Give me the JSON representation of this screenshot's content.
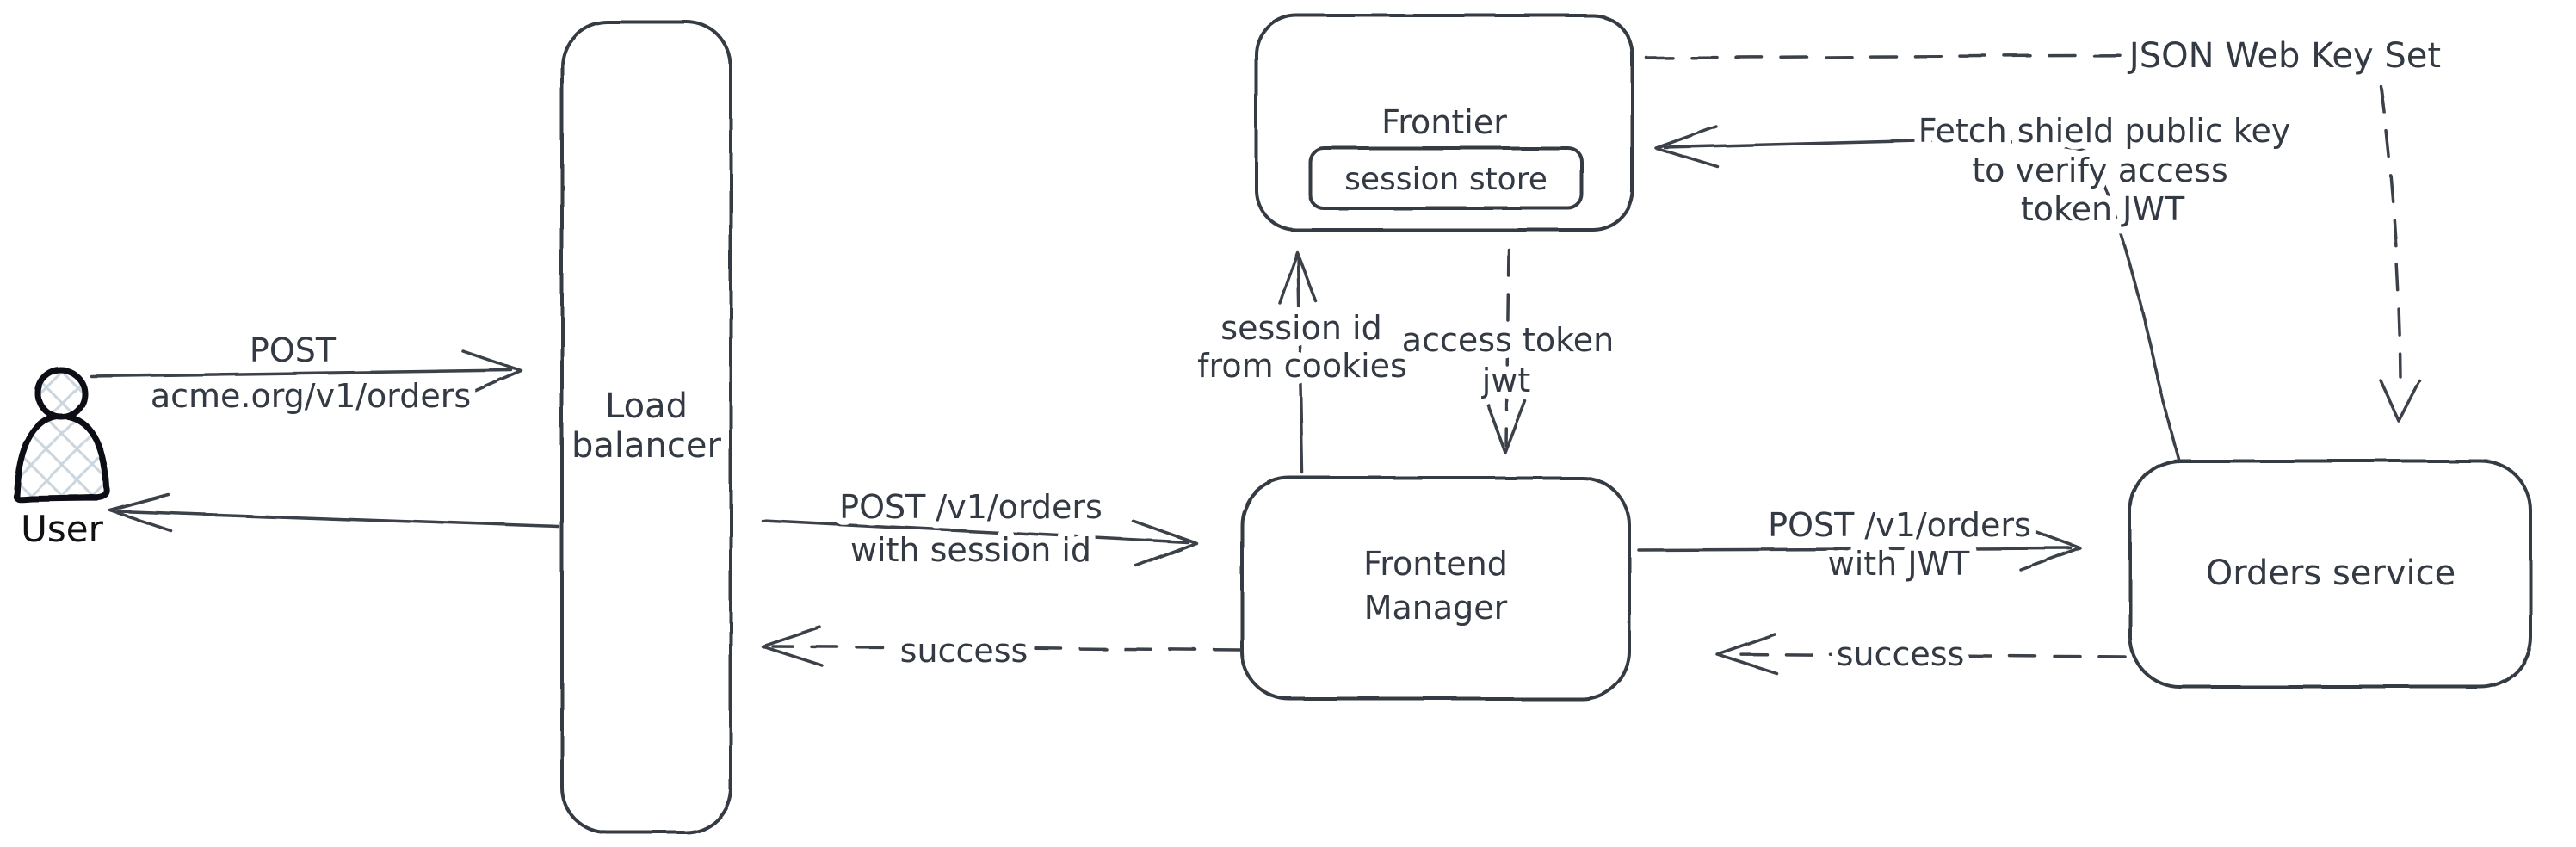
{
  "diagram": {
    "title": "Authentication flow diagram",
    "colors": {
      "background": "#ffffff",
      "stroke": "#343a43",
      "user_stroke": "#101114",
      "crosshatch_fill": "#ccd6de"
    },
    "nodes": {
      "user": {
        "label": "User"
      },
      "load_balancer": {
        "label_line1": "Load",
        "label_line2": "balancer"
      },
      "frontier": {
        "label": "Frontier",
        "session_store": {
          "label": "session store"
        }
      },
      "frontend_manager": {
        "label_line1": "Frontend",
        "label_line2": "Manager"
      },
      "orders_service": {
        "label": "Orders service"
      }
    },
    "edges": {
      "user_to_lb": {
        "line1": "POST",
        "line2": "acme.org/v1/orders",
        "style": "solid"
      },
      "lb_to_user": {
        "style": "solid"
      },
      "lb_to_fm": {
        "line1": "POST /v1/orders",
        "line2": "with session id",
        "style": "solid"
      },
      "fm_to_lb": {
        "label": "success",
        "style": "dashed"
      },
      "fm_to_frontier": {
        "line1": "session id",
        "line2": "from cookies",
        "style": "solid"
      },
      "frontier_to_fm": {
        "line1": "access token",
        "line2": "jwt",
        "style": "dashed"
      },
      "fm_to_orders": {
        "line1": "POST /v1/orders",
        "line2": "with JWT",
        "style": "solid"
      },
      "orders_to_fm": {
        "label": "success",
        "style": "dashed"
      },
      "orders_to_frontier": {
        "line1": "Fetch shield public key",
        "line2": "to verify access",
        "line3": "token JWT",
        "style": "solid"
      },
      "frontier_to_jwks": {
        "label": "JSON Web Key Set",
        "style": "dashed"
      },
      "jwks_to_orders": {
        "style": "dashed"
      }
    }
  }
}
